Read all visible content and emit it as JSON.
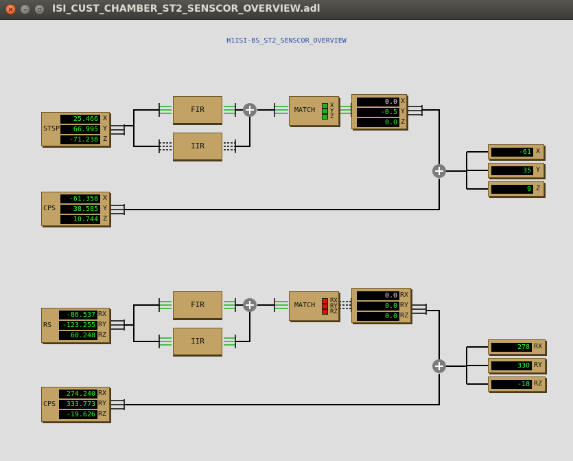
{
  "window": {
    "title": "ISI_CUST_CHAMBER_ST2_SENSCOR_OVERVIEW.adl",
    "close_glyph": "×",
    "min_glyph": "–",
    "max_glyph": "▫"
  },
  "screen_title": "H1ISI-BS_ST2_SENSCOR_OVERVIEW",
  "colors": {
    "background": "#dedede",
    "block": "#c2a365",
    "readback_green": "#2dff2d",
    "led_green": "#1fb51f",
    "led_red": "#e60c0c",
    "title_blue": "#2a4da6"
  },
  "translation": {
    "stsp": {
      "label": "STSP",
      "axes": [
        "X",
        "Y",
        "Z"
      ],
      "values": [
        "25.466",
        "66.995",
        "-71.238"
      ]
    },
    "cps": {
      "label": "CPS",
      "axes": [
        "X",
        "Y",
        "Z"
      ],
      "values": [
        "-61.358",
        "38.585",
        "10.744"
      ]
    },
    "fir_label": "FIR",
    "iir_label": "IIR",
    "match": {
      "label": "MATCH",
      "leds": [
        "X",
        "Y",
        "Z"
      ],
      "led_state": "green"
    },
    "match_out": {
      "axes": [
        "X",
        "Y",
        "Z"
      ],
      "values": [
        "0.0",
        "-0.5",
        "0.0"
      ]
    },
    "outputs": [
      {
        "axis": "X",
        "value": "-61"
      },
      {
        "axis": "Y",
        "value": "35"
      },
      {
        "axis": "Z",
        "value": "9"
      }
    ]
  },
  "rotation": {
    "rs": {
      "label": "RS",
      "axes": [
        "RX",
        "RY",
        "RZ"
      ],
      "values": [
        "-86.537",
        "-123.255",
        "60.248"
      ]
    },
    "cps": {
      "label": "CPS",
      "axes": [
        "RX",
        "RY",
        "RZ"
      ],
      "values": [
        "274.240",
        "333.773",
        "-19.626"
      ]
    },
    "fir_label": "FIR",
    "iir_label": "IIR",
    "match": {
      "label": "MATCH",
      "leds": [
        "RX",
        "RY",
        "RZ"
      ],
      "led_state": "red"
    },
    "match_out": {
      "axes": [
        "RX",
        "RY",
        "RZ"
      ],
      "values": [
        "0.0",
        "0.0",
        "0.0"
      ]
    },
    "outputs": [
      {
        "axis": "RX",
        "value": "278"
      },
      {
        "axis": "RY",
        "value": "330"
      },
      {
        "axis": "RZ",
        "value": "-18"
      }
    ]
  }
}
